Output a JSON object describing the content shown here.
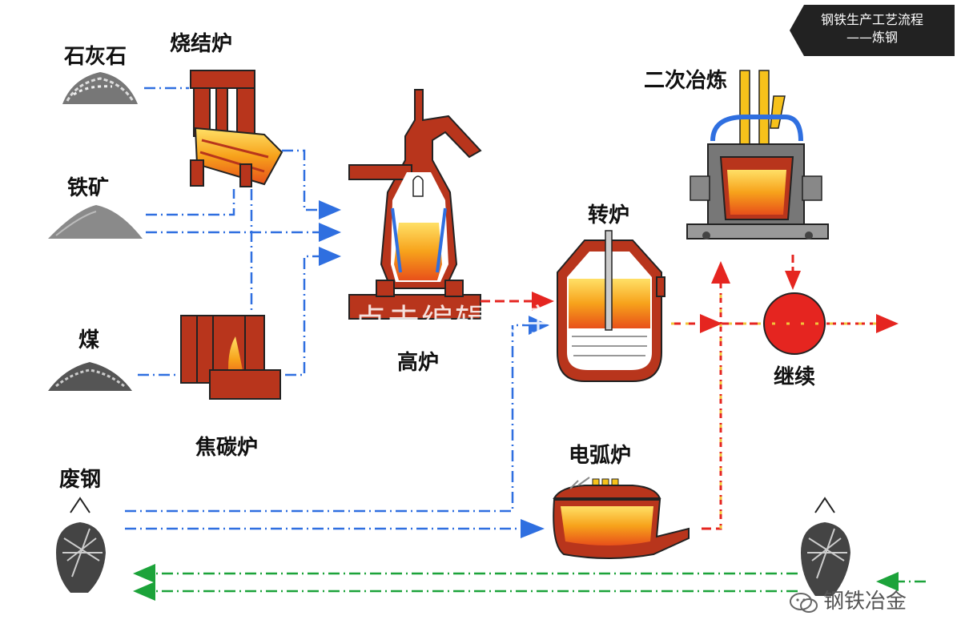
{
  "title": {
    "line1": "钢铁生产工艺流程",
    "line2": "——炼钢"
  },
  "labels": {
    "limestone": "石灰石",
    "sinter": "烧结炉",
    "iron_ore": "铁矿",
    "coal": "煤",
    "coke_oven": "焦碳炉",
    "blast_furnace": "高炉",
    "converter": "转炉",
    "secondary_refining": "二次冶炼",
    "continuous_casting": "继续",
    "electric_arc_furnace": "电弧炉",
    "scrap_steel": "废钢"
  },
  "watermark": "点击编辑文字",
  "brand": {
    "name": "钢铁冶金"
  },
  "colors": {
    "furnace": "#b8351c",
    "flame": "#f7a21b",
    "blue_flow": "#2f6fe0",
    "red_flow": "#e52520",
    "yellow_dash": "#f2c53a",
    "green_flow": "#1ca33a",
    "title_bg": "#222222"
  }
}
